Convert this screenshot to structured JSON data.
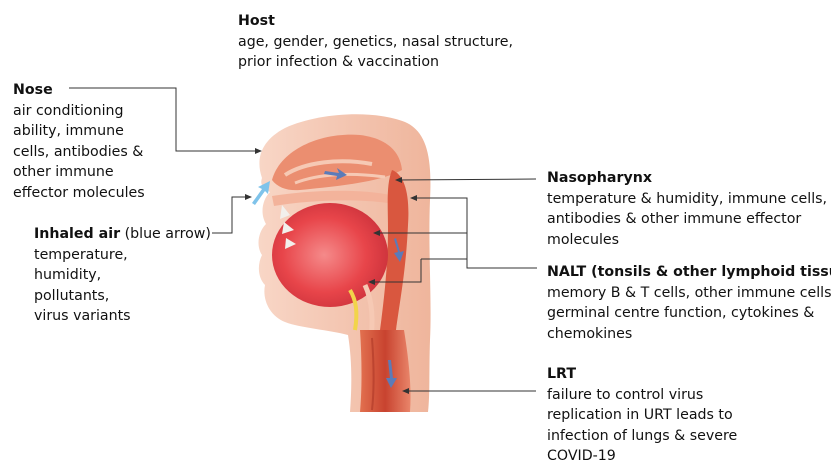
{
  "host": {
    "title": "Host",
    "lines": [
      "age, gender, genetics, nasal structure,",
      "prior infection & vaccination"
    ]
  },
  "nose": {
    "title": "Nose",
    "lines": [
      "air conditioning",
      "ability, immune",
      "cells, antibodies &",
      "other immune",
      "effector molecules"
    ]
  },
  "inhaled_air": {
    "title": "Inhaled air",
    "title_suffix": " (blue arrow)",
    "lines": [
      "temperature,",
      "humidity,",
      "pollutants,",
      "virus variants"
    ]
  },
  "nasopharynx": {
    "title": "Nasopharynx",
    "lines": [
      "temperature & humidity, immune cells,",
      "antibodies & other immune effector",
      "molecules"
    ]
  },
  "nalt": {
    "title": "NALT (tonsils & other lymphoid tissue)",
    "lines": [
      "memory B & T cells, other immune cells,",
      "germinal centre function, cytokines &",
      "chemokines"
    ]
  },
  "lrt": {
    "title": "LRT",
    "lines": [
      "failure to control virus",
      "replication in URT leads to",
      "infection of lungs & severe",
      "COVID-19"
    ]
  },
  "colors": {
    "tissue_light": "#f6c9b4",
    "tissue_mid": "#ee8f73",
    "tissue_dark": "#d9573f",
    "mouth_red": "#e8454a",
    "arrow_blue": "#5b7bb8",
    "inhale_blue": "#7fc3ea",
    "leader_line": "#333333"
  }
}
